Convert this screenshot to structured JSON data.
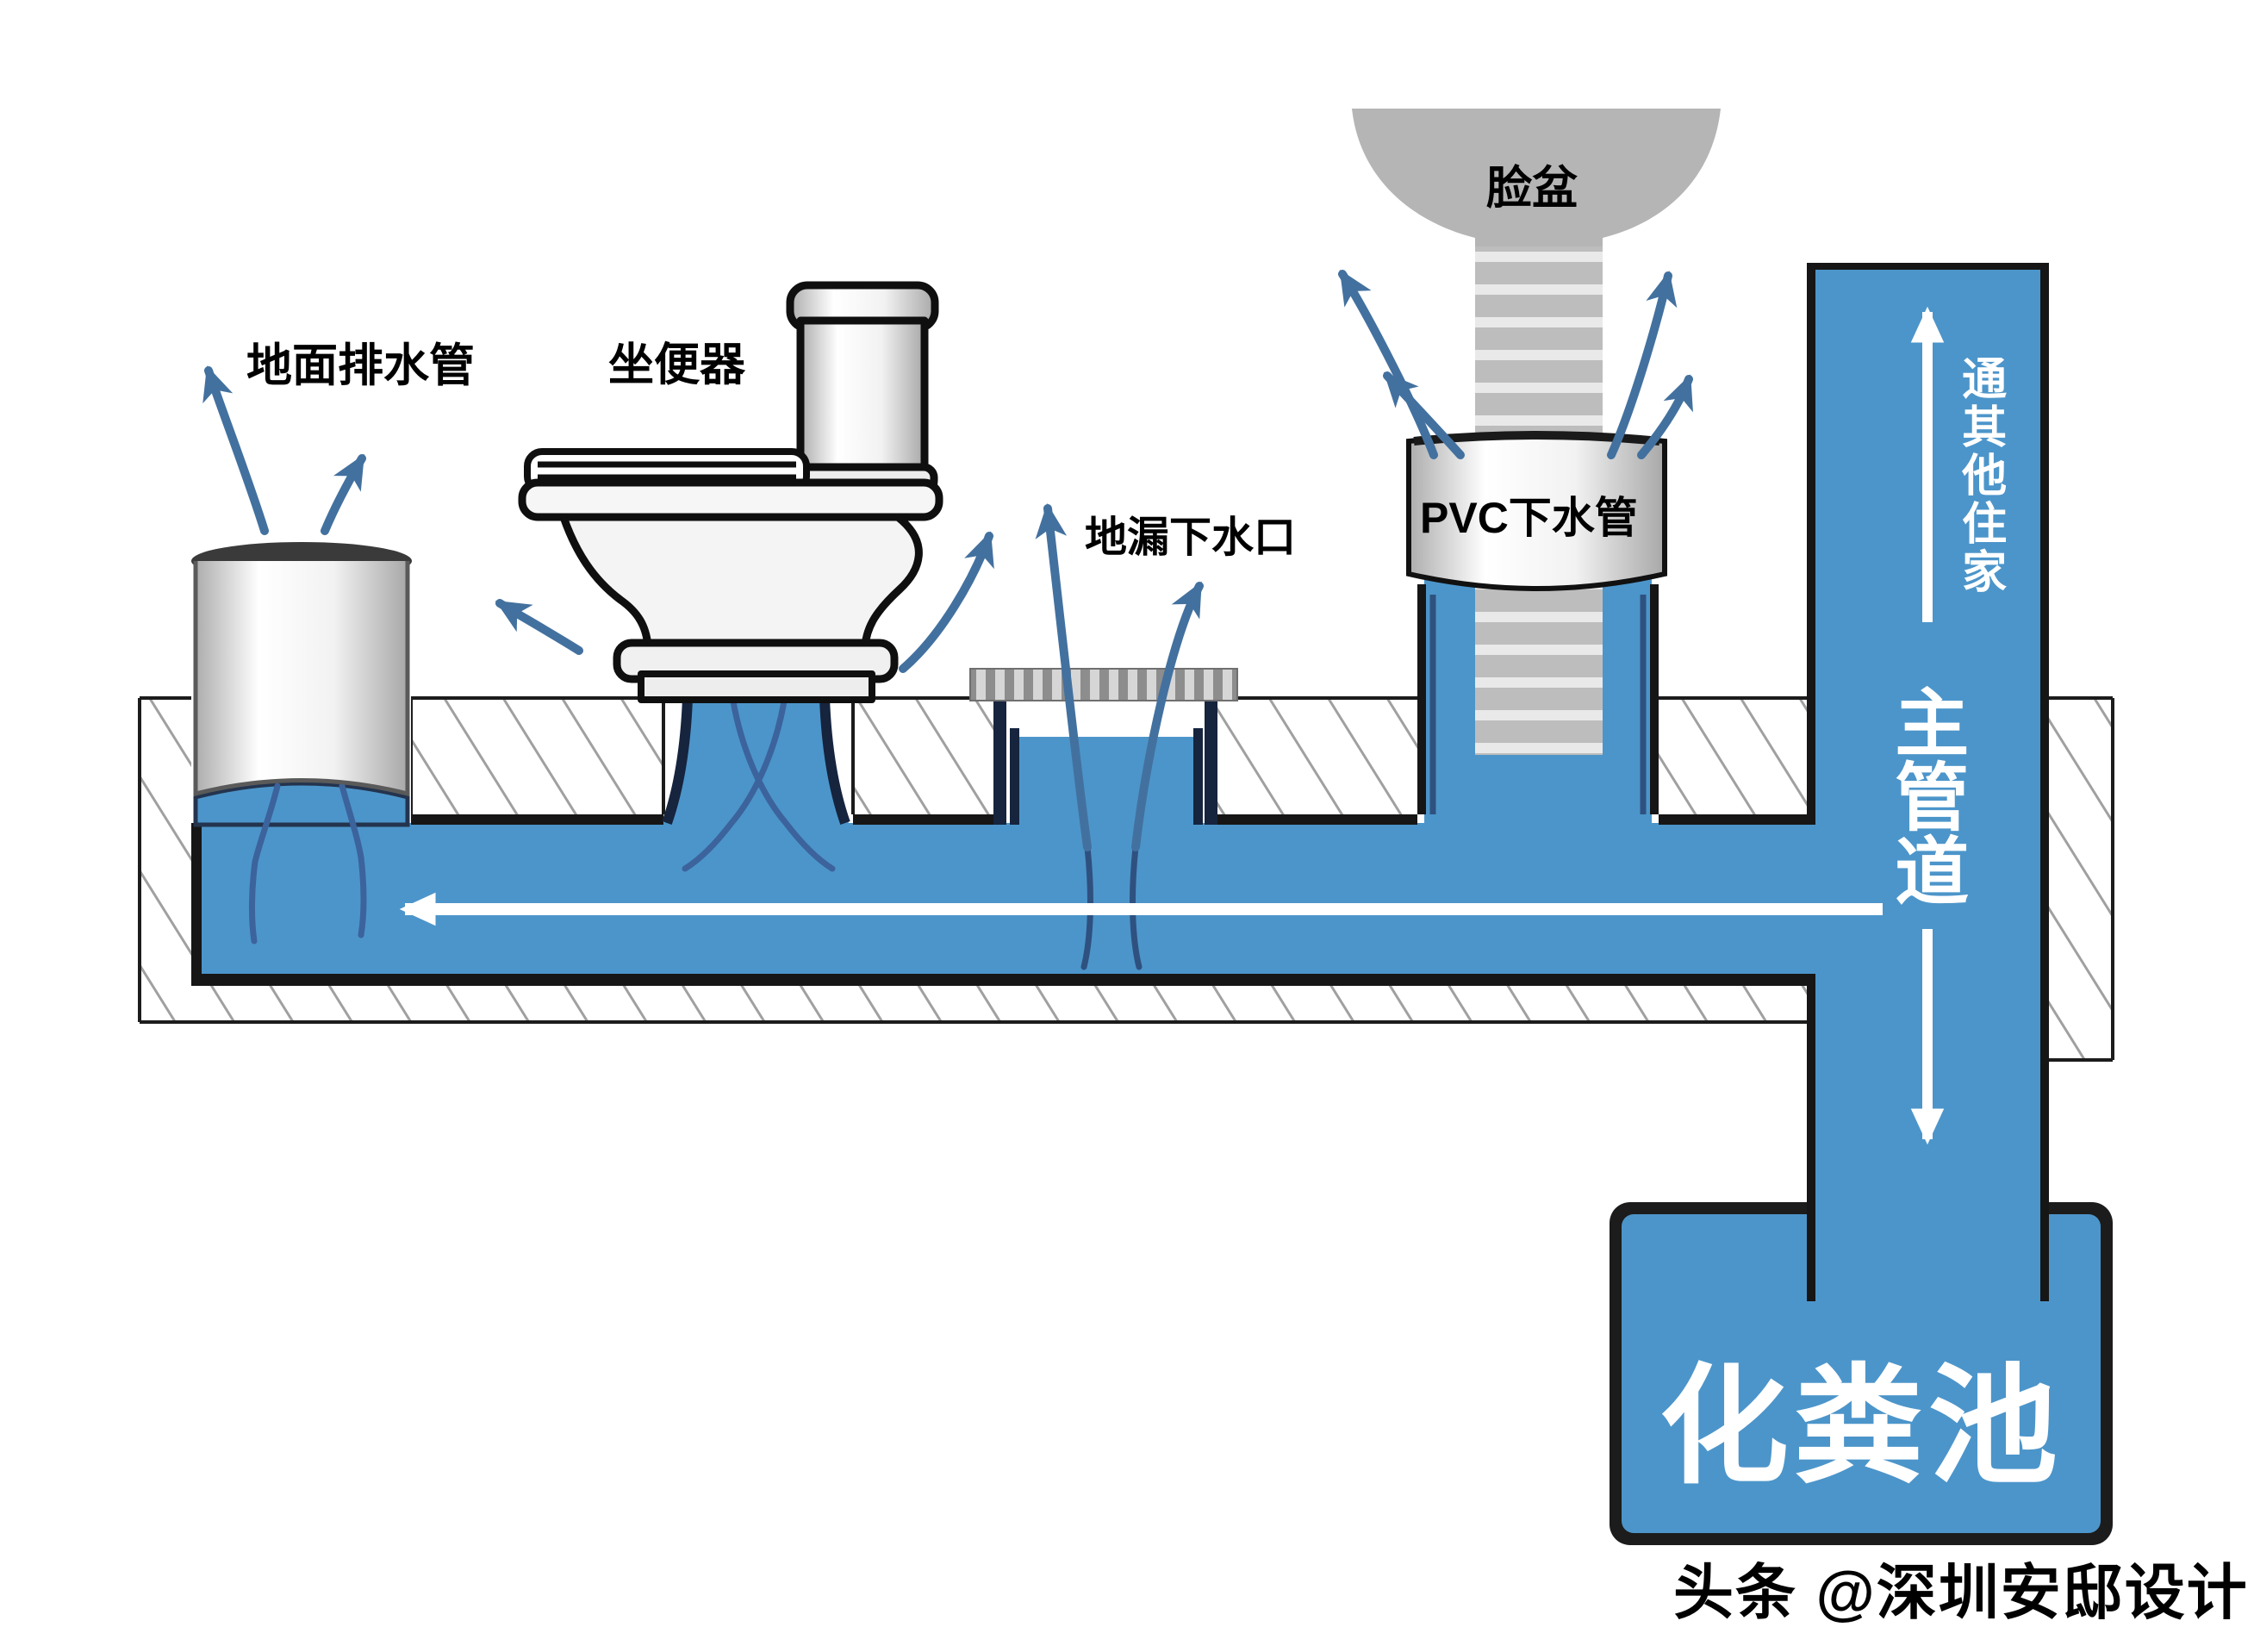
{
  "diagram": {
    "labels": {
      "floor_drain_pipe": "地面排水管",
      "toilet": "坐便器",
      "floor_drain_outlet": "地漏下水口",
      "wash_basin": "脸盆",
      "pvc_drain_pipe": "PVC下水管",
      "to_other_households": "通其他住家",
      "main_pipe": "主管道",
      "septic_tank": "化粪池"
    },
    "watermark": "头条 @深圳安邸设计",
    "colors": {
      "water_blue": "#4c95ca",
      "outline_black": "#161616",
      "trap_navy": "#16243e",
      "arrow_blue": "#43719f",
      "streak_blue": "#3c639c",
      "hatch_gray": "#a0a0a0",
      "basin_gray": "#b5b5b5",
      "flow_arrow_white": "#ffffff"
    },
    "icons": {
      "airflow_arrow": "curved-up-arrow",
      "flow_arrow": "straight-white-arrow"
    }
  }
}
